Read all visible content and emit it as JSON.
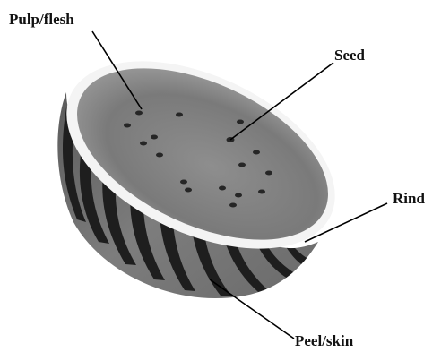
{
  "labels": {
    "pulp": "Pulp/flesh",
    "seed": "Seed",
    "rind": "Rind",
    "peel": "Peel/skin"
  }
}
